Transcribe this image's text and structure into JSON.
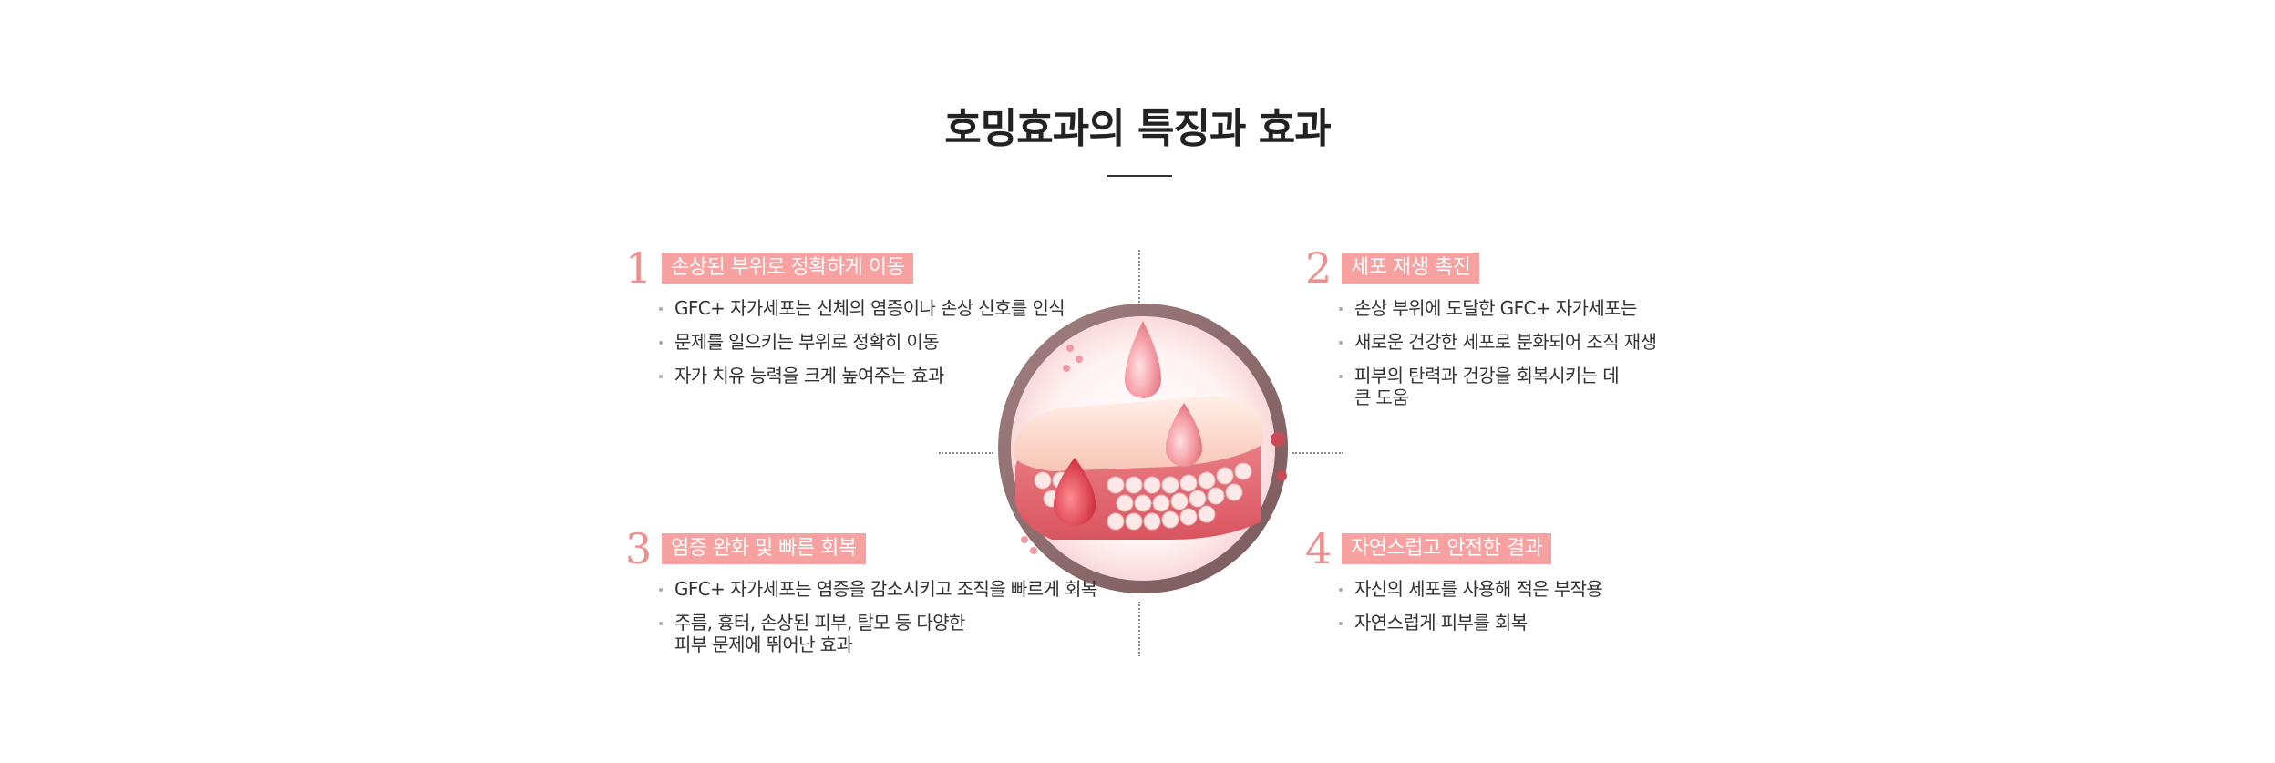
{
  "title": "호밍효과의 특징과 효과",
  "colors": {
    "accent": "#f7a1a1",
    "number": "#ee8f8f",
    "ring": "#8e6b6d"
  },
  "sections": [
    {
      "number": "1",
      "label": "손상된 부위로 정확하게 이동",
      "items": [
        "GFC+ 자가세포는 신체의 염증이나 손상 신호를 인식",
        "문제를 일으키는 부위로 정확히 이동",
        "자가 치유 능력을 크게 높여주는 효과"
      ]
    },
    {
      "number": "2",
      "label": "세포 재생 촉진",
      "items": [
        "손상 부위에 도달한 GFC+ 자가세포는",
        "새로운 건강한 세포로 분화되어 조직 재생",
        "피부의 탄력과 건강을 회복시키는 데\n큰 도움"
      ]
    },
    {
      "number": "3",
      "label": "염증 완화 및 빠른 회복",
      "items": [
        "GFC+ 자가세포는 염증을 감소시키고 조직을 빠르게 회복",
        "주름, 흉터, 손상된 피부, 탈모 등 다양한\n피부 문제에 뛰어난 효과"
      ]
    },
    {
      "number": "4",
      "label": "자연스럽고 안전한 결과",
      "items": [
        "자신의 세포를 사용해 적은 부작용",
        "자연스럽게 피부를 회복"
      ]
    }
  ],
  "illustration": {
    "name": "skin-cell-droplet-illustration"
  }
}
